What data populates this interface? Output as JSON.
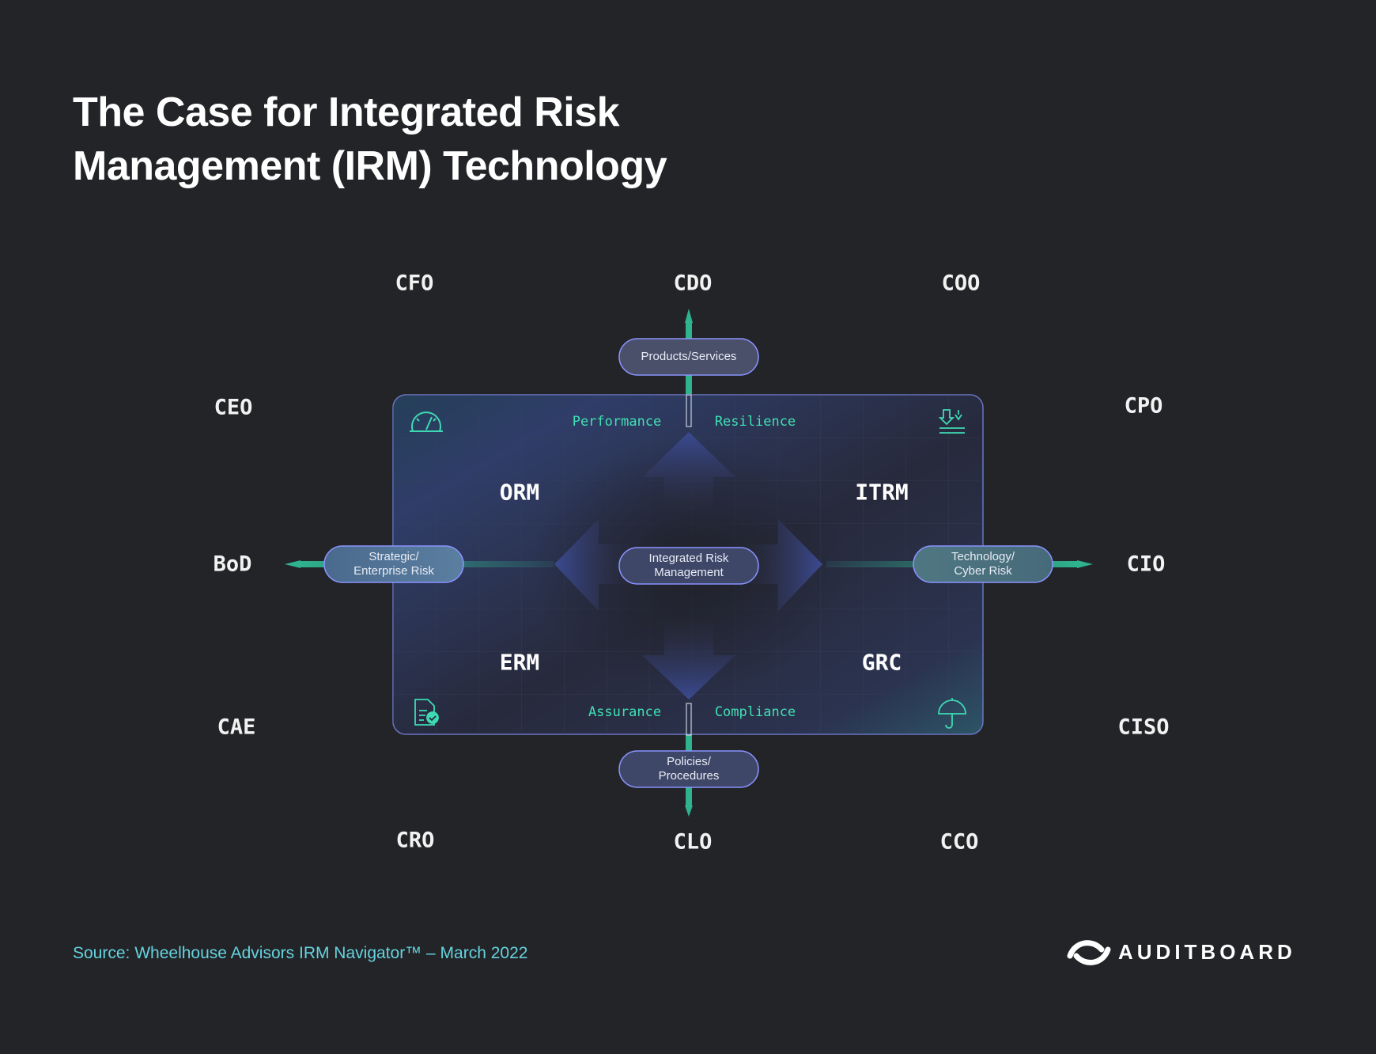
{
  "title": {
    "line1": "The Case for Integrated Risk",
    "line2": "Management (IRM) Technology"
  },
  "roles": {
    "top_left": "CFO",
    "top_center": "CDO",
    "top_right": "COO",
    "left_upper": "CEO",
    "right_upper": "CPO",
    "left_middle": "BoD",
    "right_middle": "CIO",
    "left_lower": "CAE",
    "right_lower": "CISO",
    "bottom_left": "CRO",
    "bottom_center": "CLO",
    "bottom_right": "CCO"
  },
  "quadrants": {
    "top_left": "ORM",
    "top_right": "ITRM",
    "bottom_left": "ERM",
    "bottom_right": "GRC"
  },
  "sublabels": {
    "performance": "Performance",
    "resilience": "Resilience",
    "assurance": "Assurance",
    "compliance": "Compliance"
  },
  "pills": {
    "top": "Products/Services",
    "center_line1": "Integrated Risk",
    "center_line2": "Management",
    "left_line1": "Strategic/",
    "left_line2": "Enterprise Risk",
    "right_line1": "Technology/",
    "right_line2": "Cyber Risk",
    "bottom_line1": "Policies/",
    "bottom_line2": "Procedures"
  },
  "icons": {
    "top_left": "speedometer-icon",
    "top_right": "download-arrows-icon",
    "bottom_left": "document-check-icon",
    "bottom_right": "umbrella-icon"
  },
  "colors": {
    "background": "#232427",
    "accent_teal": "#3fe0b3",
    "pill_border": "#8a93ff",
    "source_text": "#64d3df"
  },
  "source": "Source: Wheelhouse Advisors IRM Navigator™ – March 2022",
  "brand": "AUDITBOARD"
}
